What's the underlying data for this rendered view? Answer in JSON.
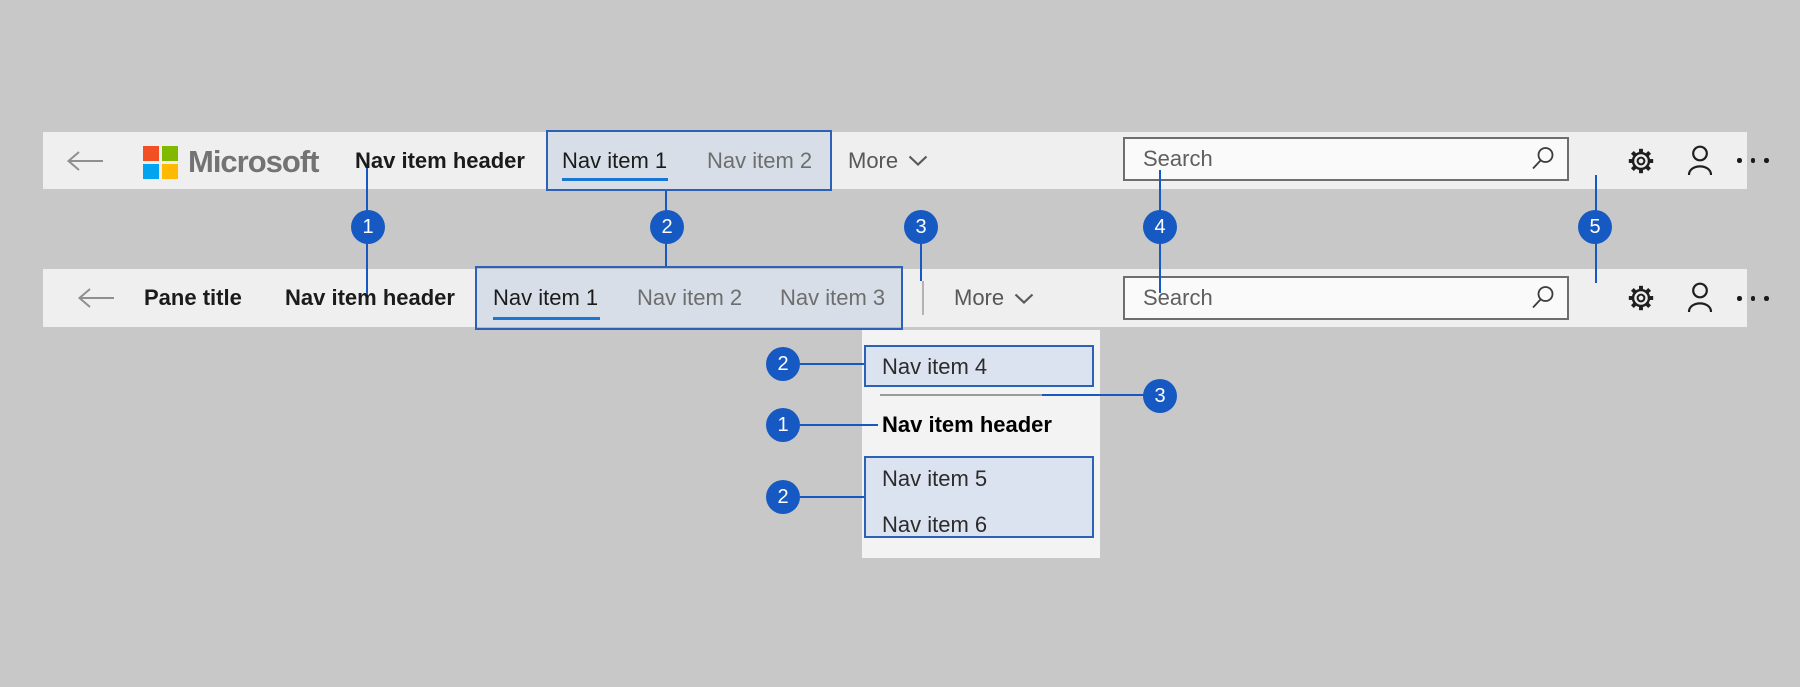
{
  "colors": {
    "page_bg": "#c8c8c8",
    "bar_bg": "#efefef",
    "callout_blue": "#1659c2",
    "annotation_border_blue": "#2c62b5",
    "active_underline_blue": "#1877d2",
    "search_border": "#6e6e6e",
    "logo_red": "#f25022",
    "logo_green": "#7fba00",
    "logo_blue": "#00a4ef",
    "logo_yellow": "#ffb900"
  },
  "navbar_primary": {
    "logo_text": "Microsoft",
    "nav_header": "Nav item header",
    "nav_item_1": "Nav item 1",
    "nav_item_2": "Nav item 2",
    "more_label": "More",
    "search_placeholder": "Search"
  },
  "navbar_pane": {
    "pane_title": "Pane title",
    "nav_header": "Nav item header",
    "nav_item_1": "Nav item 1",
    "nav_item_2": "Nav item 2",
    "nav_item_3": "Nav item 3",
    "more_label": "More",
    "search_placeholder": "Search"
  },
  "dropdown": {
    "nav_item_4": "Nav item 4",
    "nav_header": "Nav item header",
    "nav_item_5": "Nav item 5",
    "nav_item_6": "Nav item 6"
  },
  "callouts": {
    "n1": "1",
    "n2": "2",
    "n3": "3",
    "n4": "4",
    "n5": "5"
  }
}
